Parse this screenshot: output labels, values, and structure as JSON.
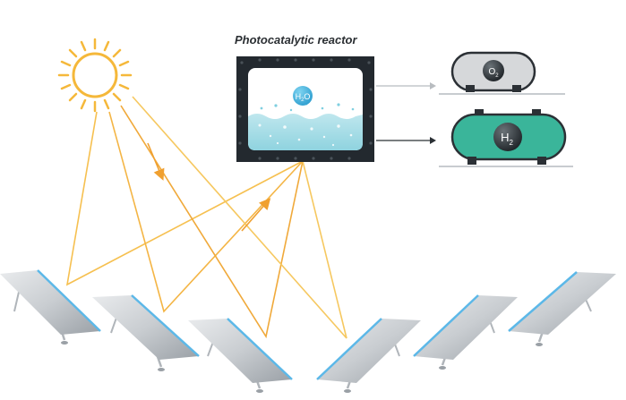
{
  "reactor": {
    "title": "Photocatalytic reactor"
  },
  "molecules": {
    "water": {
      "base": "H",
      "sub": "2",
      "tail": "O"
    },
    "oxygen": {
      "base": "O",
      "sub": "2"
    },
    "hydrogen": {
      "base": "H",
      "sub": "2"
    }
  },
  "colors": {
    "sun": "#f5b83a",
    "light_ray": "#f2a93b",
    "reactor_frame": "#23292f",
    "water": "#a9dde6",
    "oxygen_tank": "#d6d8da",
    "hydrogen_tank": "#3ab59a",
    "mirror_edge": "#5cb8e8"
  },
  "icons": {
    "sun": "sun-icon",
    "mirror": "solar-mirror-icon",
    "tank": "gas-tank-icon",
    "arrow": "arrow-right-icon"
  }
}
